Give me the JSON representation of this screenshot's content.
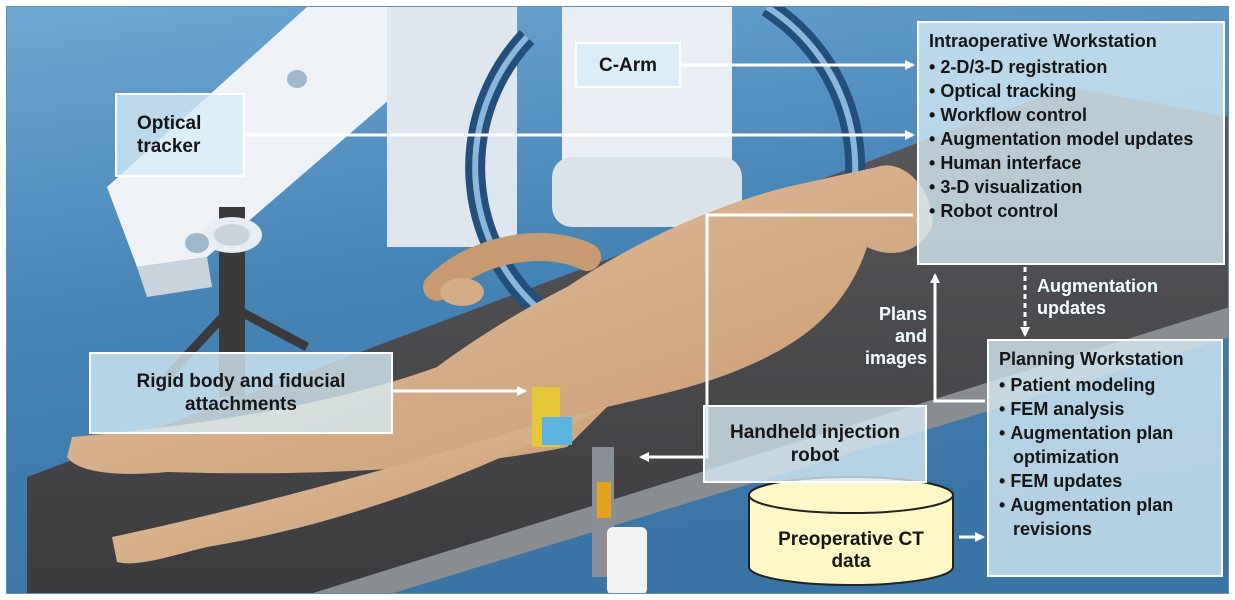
{
  "labels": {
    "c_arm": "C-Arm",
    "optical_tracker": "Optical tracker",
    "rigid_body": "Rigid body and fiducial attachments",
    "handheld_robot": "Handheld injection robot",
    "preoperative_ct": "Preoperative CT data"
  },
  "intraoperative": {
    "title": "Intraoperative Workstation",
    "items": [
      "2-D/3-D registration",
      "Optical tracking",
      "Workflow control",
      "Augmentation model updates",
      "Human interface",
      "3-D visualization",
      "Robot control"
    ]
  },
  "planning": {
    "title": "Planning Workstation",
    "items": [
      "Patient modeling",
      "FEM analysis",
      "Augmentation plan optimization",
      "FEM updates",
      "Augmentation plan revisions"
    ]
  },
  "floating": {
    "augmentation_updates": "Augmentation updates",
    "plans_and_images": "Plans and images"
  },
  "colors": {
    "background": "#4a88b8",
    "box_fill": "#d6ecf6",
    "arrow": "#ffffff",
    "skin": "#d7b592",
    "table": "#4c4c4f"
  }
}
